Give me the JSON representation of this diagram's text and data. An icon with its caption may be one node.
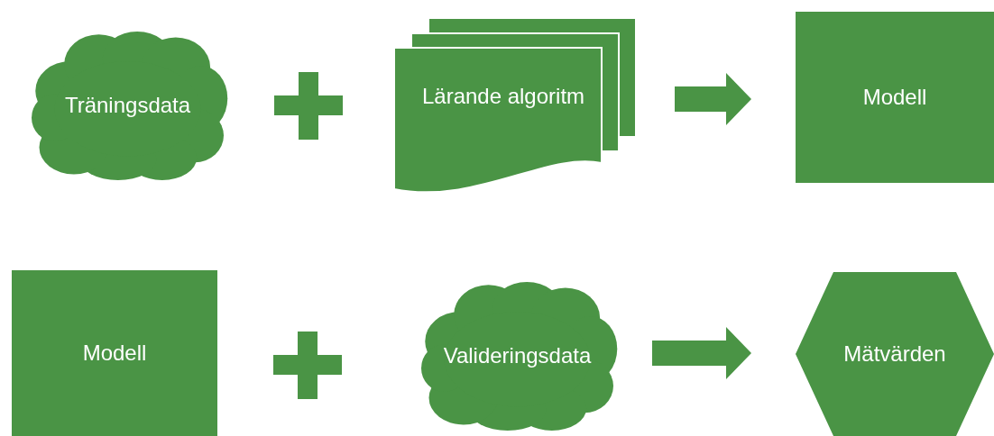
{
  "diagram": {
    "nodes": [
      {
        "text": [
          "Träningsdata"
        ]
      },
      {
        "text": [
          "Lärande algoritm"
        ]
      },
      {
        "text": [
          "Modell"
        ]
      },
      {
        "text": [
          "Modell"
        ]
      },
      {
        "text": [
          "Valideringsdata"
        ]
      },
      {
        "text": [
          "Mätvärden"
        ]
      }
    ],
    "edges": [
      {
        "from": 1,
        "to": 2,
        "arrow": "to"
      },
      {
        "from": 4,
        "to": 5,
        "arrow": "to"
      }
    ]
  }
}
